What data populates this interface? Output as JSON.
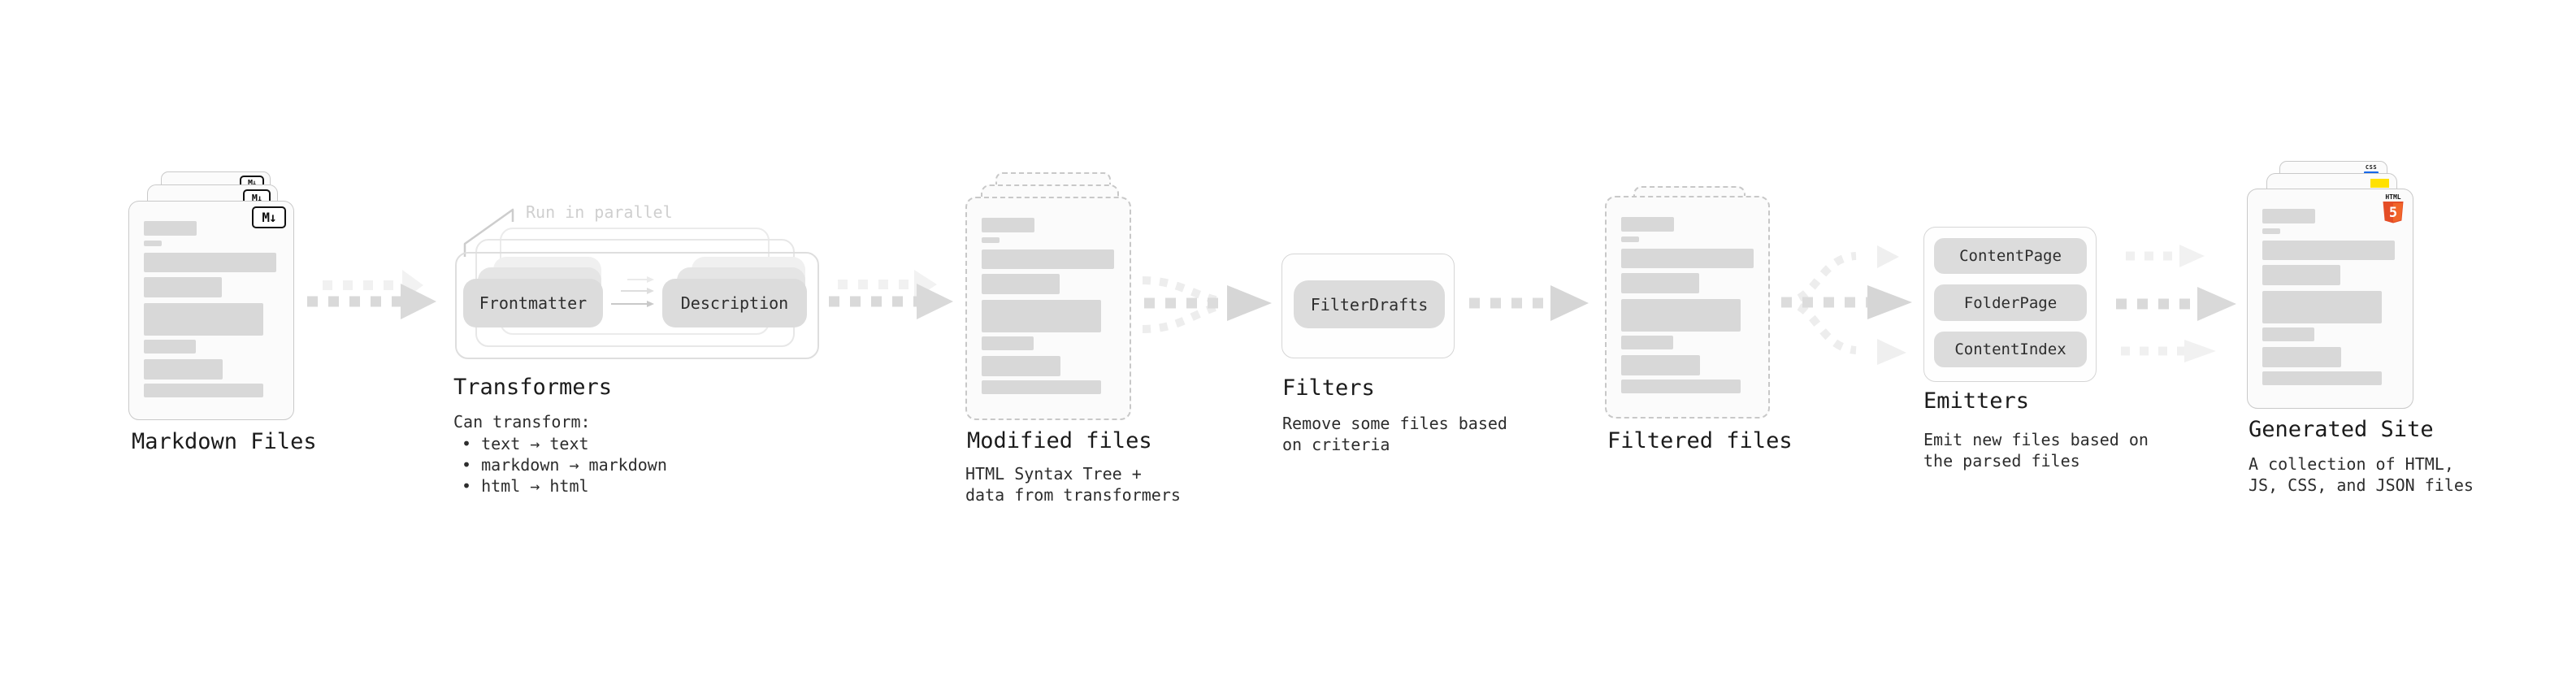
{
  "stages": {
    "markdown_files": {
      "label": "Markdown Files",
      "badge": "M↓"
    },
    "transformers": {
      "annotation": "Run in parallel",
      "pill_left": "Frontmatter",
      "pill_right": "Description",
      "heading": "Transformers",
      "subheading": "Can transform:",
      "bullets": [
        "• text → text",
        "• markdown → markdown",
        "• html → html"
      ]
    },
    "modified_files": {
      "heading": "Modified files",
      "desc_line1": "HTML Syntax Tree +",
      "desc_line2": "data from transformers"
    },
    "filters": {
      "pill": "FilterDrafts",
      "heading": "Filters",
      "desc_line1": "Remove some files based",
      "desc_line2": "on criteria"
    },
    "filtered_files": {
      "heading": "Filtered files"
    },
    "emitters": {
      "pills": [
        "ContentPage",
        "FolderPage",
        "ContentIndex"
      ],
      "heading": "Emitters",
      "desc_line1": "Emit new files based on",
      "desc_line2": "the parsed files"
    },
    "generated_site": {
      "heading": "Generated Site",
      "desc_line1": "A collection of HTML,",
      "desc_line2": "JS, CSS, and JSON files",
      "css_badge": "CSS",
      "html5_label": "HTML",
      "html5_number": "5"
    }
  },
  "colors": {
    "html5_orange": "#e44d26",
    "html5_orange_light": "#f16529",
    "js_yellow": "#ffe100",
    "css_blue": "#1767e8",
    "skeleton_bar_gray": "#d8d8d8",
    "arrow_gray": "#d9d9d9",
    "ghost_arrow_gray": "#f0f0f0",
    "annotation_gray": "#cfcfcf"
  }
}
